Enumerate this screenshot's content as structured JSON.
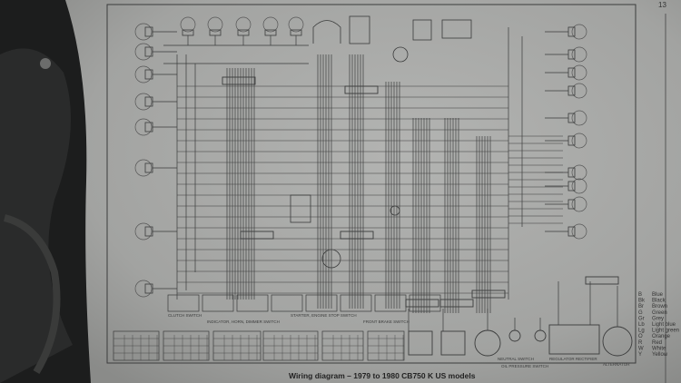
{
  "page_number": "13",
  "title": "Wiring diagram – 1979 to 1980 CB750 K US models",
  "components": {
    "clutch_switch": "CLUTCH SWITCH",
    "indicator_horn_dimmer_switch": "INDICATOR, HORN, DIMMER SWITCH",
    "starter_engine_stop_switch": "STARTER, ENGINE STOP SWITCH",
    "front_brake_switch": "FRONT BRAKE SWITCH",
    "regulator_rectifier": "REGULATOR RECTIFIER",
    "alternator": "ALTERNATOR",
    "neutral_switch": "NEUTRAL SWITCH",
    "oil_pressure_switch": "OIL PRESSURE SWITCH"
  },
  "legend": [
    {
      "code": "B",
      "color": "Blue"
    },
    {
      "code": "Bk",
      "color": "Black"
    },
    {
      "code": "Br",
      "color": "Brown"
    },
    {
      "code": "G",
      "color": "Green"
    },
    {
      "code": "Gr",
      "color": "Grey"
    },
    {
      "code": "Lb",
      "color": "Light blue"
    },
    {
      "code": "Lg",
      "color": "Light green"
    },
    {
      "code": "O",
      "color": "Orange"
    },
    {
      "code": "R",
      "color": "Red"
    },
    {
      "code": "W",
      "color": "White"
    },
    {
      "code": "Y",
      "color": "Yellow"
    }
  ]
}
